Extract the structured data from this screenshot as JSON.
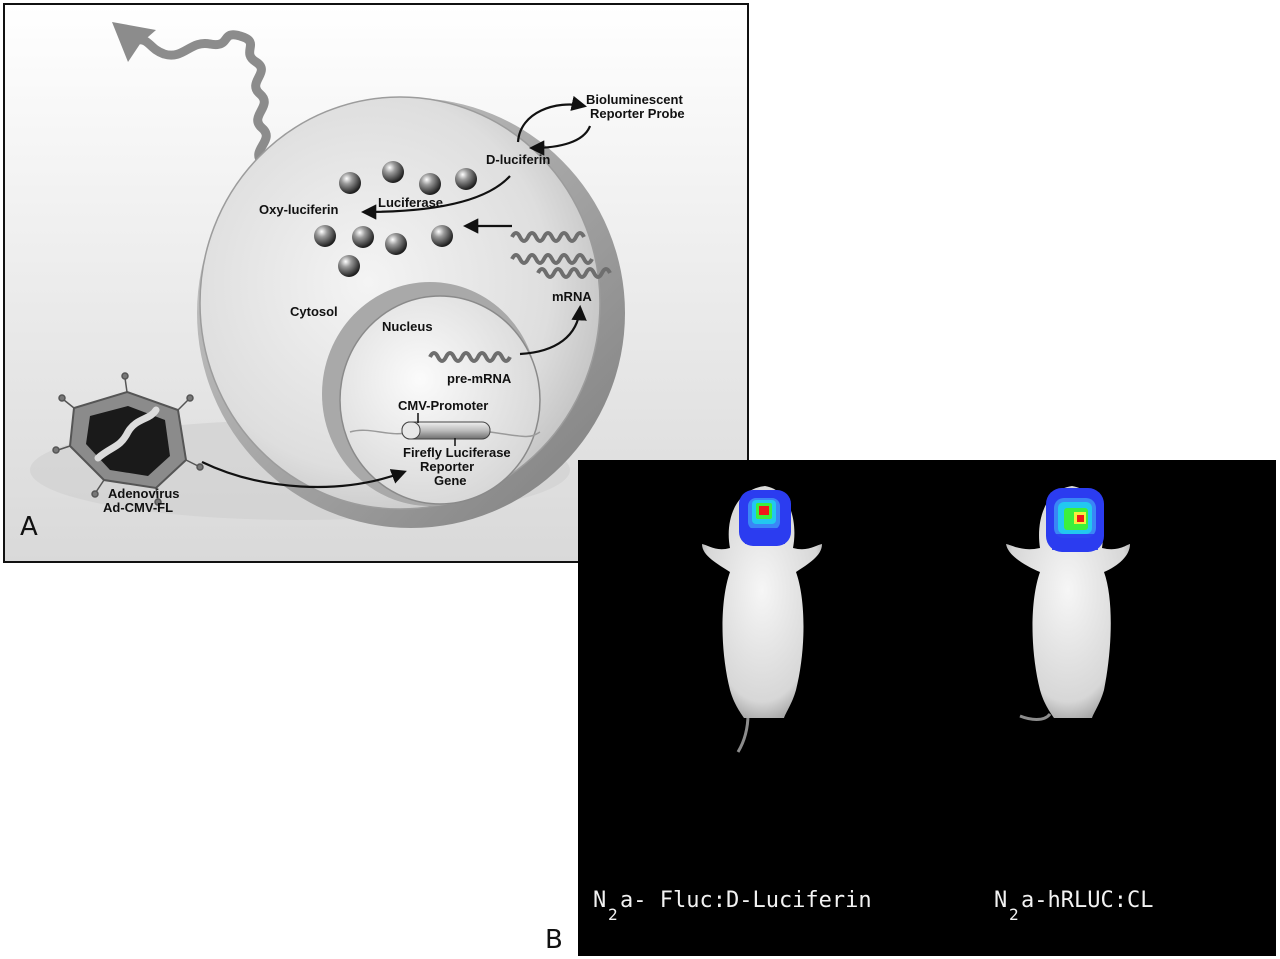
{
  "panel_a": {
    "letter": "A",
    "labels": {
      "probe_line1": "Bioluminescent",
      "probe_line2": "Reporter Probe",
      "d_luciferin": "D-luciferin",
      "oxy_luciferin": "Oxy-luciferin",
      "luciferase": "Luciferase",
      "mrna": "mRNA",
      "cytosol": "Cytosol",
      "nucleus": "Nucleus",
      "pre_mrna": "pre-mRNA",
      "cmv_promoter": "CMV-Promoter",
      "gene_line1": "Firefly Luciferase",
      "gene_line2": "Reporter",
      "gene_line3": "Gene",
      "adenovirus_line1": "Adenovirus",
      "adenovirus_line2": "Ad-CMV-FL"
    }
  },
  "panel_b": {
    "letter": "B",
    "left_caption": {
      "prefix": "N",
      "sub": "2",
      "suffix": "a- Fluc:D-Luciferin"
    },
    "right_caption": {
      "prefix": "N",
      "sub": "2",
      "suffix": "a-hRLUC:CL"
    }
  },
  "colors": {
    "background": "#ffffff",
    "panel_b_background": "#000000",
    "heat_blue": "#2b3cf0",
    "heat_cyan": "#22c8f0",
    "heat_green": "#3cf03c",
    "heat_yellow": "#f5f03c",
    "heat_red": "#f01818"
  }
}
